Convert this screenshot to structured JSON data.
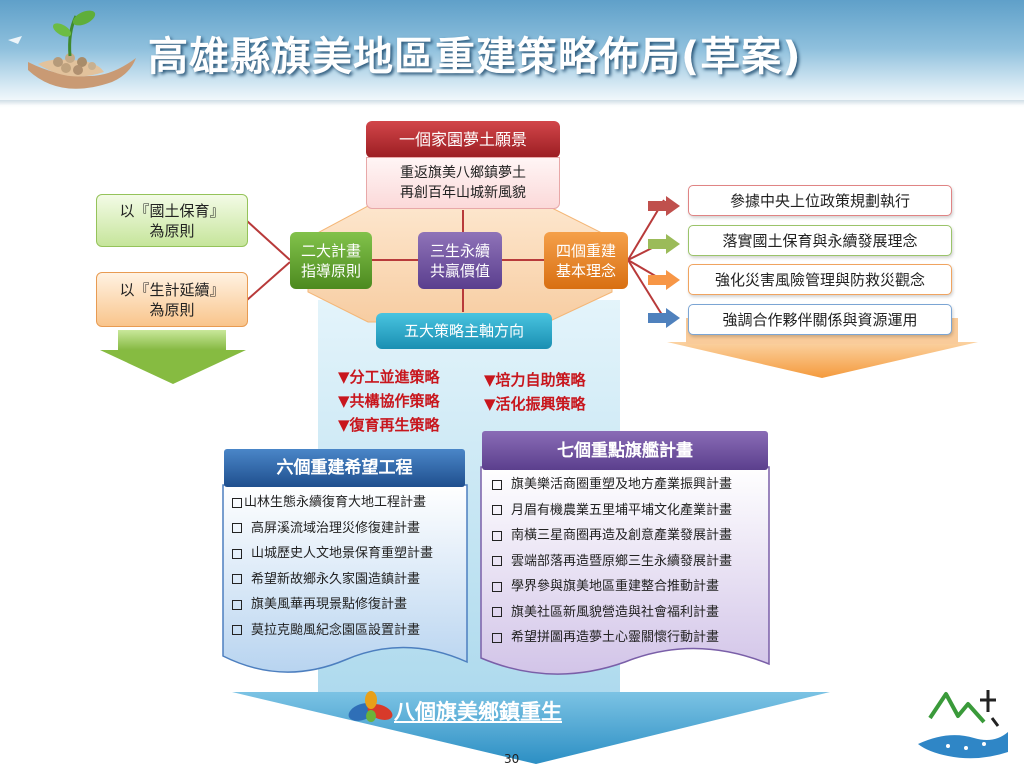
{
  "title": "高雄縣旗美地區重建策略佈局(草案)",
  "vision": {
    "header": "一個家園夢土願景",
    "line1": "重返旗美八鄉鎮夢土",
    "line2": "再創百年山城新風貌"
  },
  "left_principles": [
    {
      "line1": "以『國土保育』",
      "line2": "為原則"
    },
    {
      "line1": "以『生計延續』",
      "line2": "為原則"
    }
  ],
  "center_boxes": [
    {
      "line1": "二大計畫",
      "line2": "指導原則"
    },
    {
      "line1": "三生永續",
      "line2": "共贏價值"
    },
    {
      "line1": "四個重建",
      "line2": "基本理念"
    }
  ],
  "five_axes": "五大策略主軸方向",
  "strategies_left": [
    "▼分工並進策略",
    "▼共構協作策略",
    "▼復育再生策略"
  ],
  "strategies_right": [
    "▼培力自助策略",
    "▼活化振興策略"
  ],
  "right_items": [
    "參據中央上位政策規劃執行",
    "落實國土保育與永續發展理念",
    "強化災害風險管理與防救災觀念",
    "強調合作夥伴關係與資源運用"
  ],
  "six_projects": {
    "header": "六個重建希望工程",
    "items": [
      "山林生態永續復育大地工程計畫",
      "高屏溪流域治理災修復建計畫",
      "山城歷史人文地景保育重塑計畫",
      "希望新故鄉永久家園造鎮計畫",
      "旗美風華再現景點修復計畫",
      "莫拉克颱風紀念園區設置計畫"
    ]
  },
  "seven_projects": {
    "header": "七個重點旗艦計畫",
    "items": [
      "旗美樂活商圈重塑及地方產業振興計畫",
      "月眉有機農業五里埔平埔文化產業計畫",
      "南橫三星商圈再造及創意產業發展計畫",
      "雲端部落再造暨原鄉三生永續發展計畫",
      "學界參與旗美地區重建整合推動計畫",
      "旗美社區新風貌營造與社會福利計畫",
      "希望拼圖再造夢土心靈關懷行動計畫"
    ]
  },
  "bottom_goal": "八個旗美鄉鎮重生",
  "page_number": "30",
  "colors": {
    "arrow_red": "#c0504d",
    "arrow_green": "#9bbb59",
    "arrow_orange": "#f79646",
    "arrow_blue": "#4f81bd",
    "strategy_text": "#c8161d"
  }
}
